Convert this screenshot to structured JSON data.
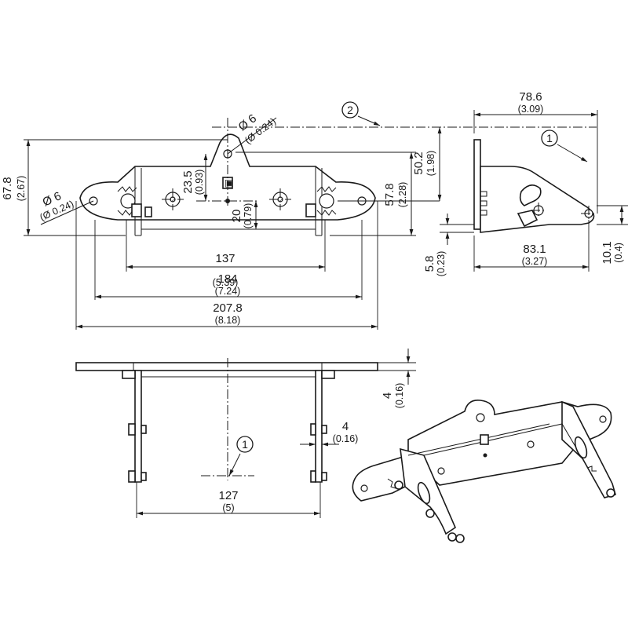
{
  "dimensions": {
    "d137": {
      "mm": "137",
      "in": "(5.39)"
    },
    "d184": {
      "mm": "184",
      "in": "(7.24)"
    },
    "d207": {
      "mm": "207.8",
      "in": "(8.18)"
    },
    "d678": {
      "mm": "67.8",
      "in": "(2.67)"
    },
    "d235": {
      "mm": "23.5",
      "in": "(0.93)"
    },
    "d20": {
      "mm": "20",
      "in": "(0.79)"
    },
    "d578": {
      "mm": "57.8",
      "in": "(2.28)"
    },
    "d502": {
      "mm": "50.2",
      "in": "(1.98)"
    },
    "dia_top": {
      "mm": "Ø 6",
      "in": "(Ø 0.24)"
    },
    "dia_left": {
      "mm": "Ø 6",
      "in": "(Ø 0.24)"
    },
    "d786": {
      "mm": "78.6",
      "in": "(3.09)"
    },
    "d831": {
      "mm": "83.1",
      "in": "(3.27)"
    },
    "d58": {
      "mm": "5.8",
      "in": "(0.23)"
    },
    "d101": {
      "mm": "10.1",
      "in": "(0.4)"
    },
    "d4v": {
      "mm": "4",
      "in": "(0.16)"
    },
    "d4h": {
      "mm": "4",
      "in": "(0.16)"
    },
    "d127": {
      "mm": "127",
      "in": "(5)"
    }
  },
  "callouts": {
    "c1_side": "1",
    "c2": "2",
    "c1_bottom": "1"
  }
}
